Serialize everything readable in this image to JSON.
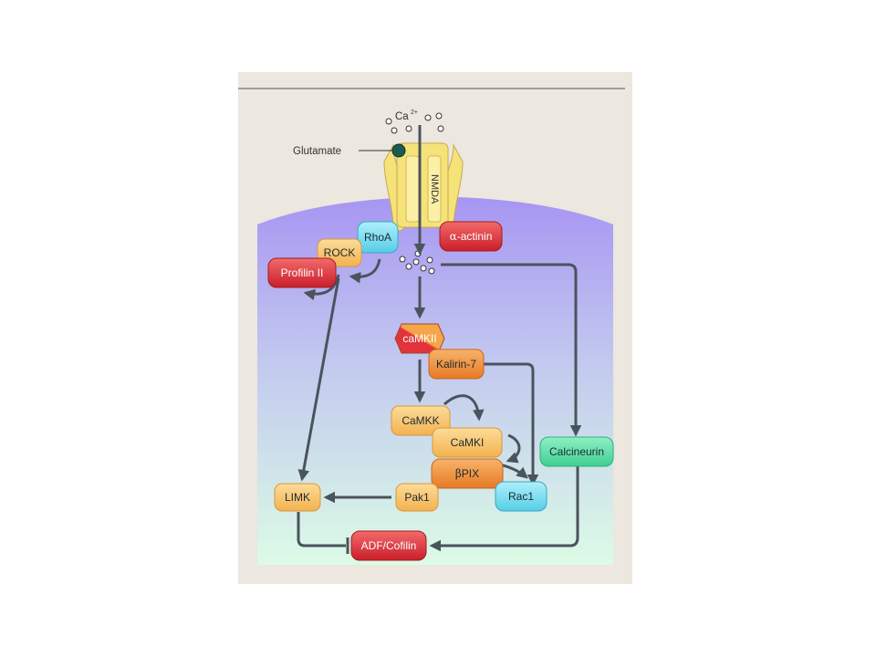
{
  "labels": {
    "glutamate": "Glutamate",
    "calcium": "Ca",
    "calcium_charge": "2+",
    "nmda": "NMDA"
  },
  "proteins": {
    "rhoa": "RhoA",
    "rock": "ROCK",
    "profilin": "Profilin II",
    "alpha_actinin_symbol": "α",
    "alpha_actinin_rest": "-actinin",
    "camkii": "caMKII",
    "kalirin": "Kalirin-7",
    "camkk": "CaMKK",
    "camki": "CaMKI",
    "bpix_symbol": "β",
    "bpix_rest": "PIX",
    "pak1": "Pak1",
    "rac1": "Rac1",
    "calcineurin": "Calcineurin",
    "limk": "LIMK",
    "cofilin": "ADF/Cofilin"
  },
  "colors": {
    "frame": "#ece7df",
    "cell_top": "#a795f2",
    "cell_bottom": "#dcfbe6",
    "arrow": "#4a545c",
    "red": "#e0343a",
    "orange": "#f2953c",
    "peach": "#f8c774",
    "cyan": "#7fdcef",
    "green": "#5fdba8",
    "receptor": "#f5e37a",
    "glutamate": "#1c5a52"
  }
}
